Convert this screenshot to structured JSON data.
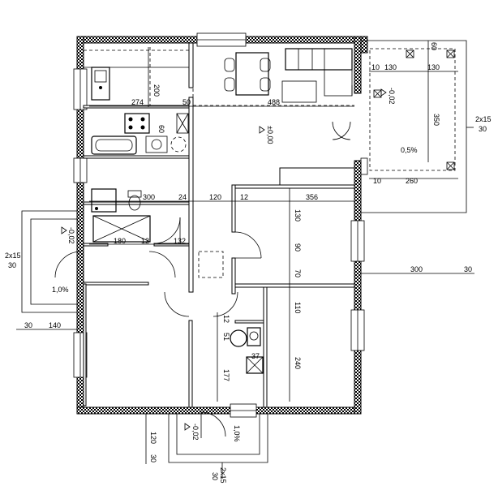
{
  "labels": {
    "d_200": "200",
    "d_274": "274",
    "d_50": "50",
    "d_488": "488",
    "d_60": "60",
    "d_130a": "130",
    "d_130b": "130",
    "d_10a": "10",
    "d_350": "350",
    "d_10b": "10",
    "d_260": "260",
    "d_300a": "300",
    "d_24": "24",
    "d_120a": "120",
    "d_12a": "12",
    "d_356": "356",
    "d_130c": "130",
    "d_90": "90",
    "d_70": "70",
    "d_180": "180",
    "d_12b": "12",
    "d_132": "132",
    "d_110": "110",
    "d_12c": "12",
    "d_51": "51",
    "d_177": "177",
    "d_37": "37",
    "d_240": "240",
    "d_300b": "300",
    "d_30a": "30",
    "d_30b": "30",
    "d_140": "140",
    "d_120b": "120",
    "d_30c": "30",
    "d_60b": "60",
    "lvl_main": "±0,00",
    "lvl_terrace": "-0,02",
    "lvl_left": "-0,02",
    "lvl_bottom": "-0,02",
    "slope_terrace": "0,5%",
    "slope_left": "1,0%",
    "slope_bottom": "1,0%",
    "step_right_a": "2x15",
    "step_right_b": "30",
    "step_left_a": "2x15",
    "step_left_b": "30",
    "step_bottom_a": "2x15",
    "step_bottom_b": "30"
  }
}
